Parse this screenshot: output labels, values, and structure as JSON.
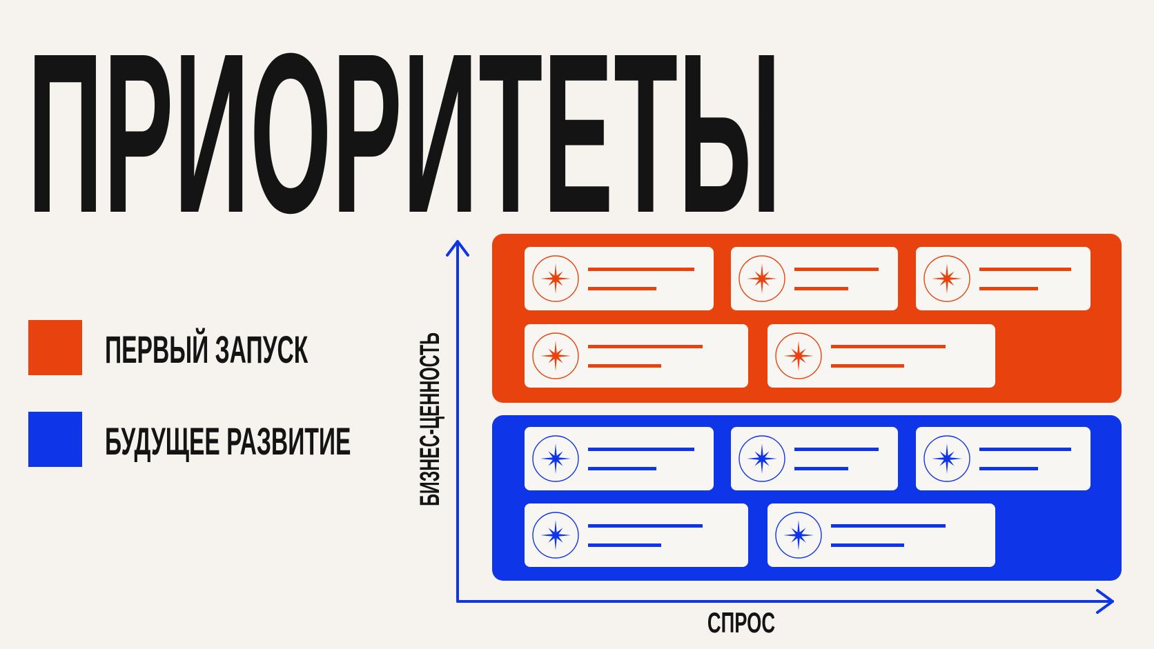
{
  "title": "ПРИОРИТЕТЫ",
  "colors": {
    "first": "#e8430e",
    "future": "#0f35e8",
    "ink": "#141414",
    "bg": "#f6f3ee",
    "card": "#f8f6f2"
  },
  "legend": [
    {
      "label": "ПЕРВЫЙ ЗАПУСК",
      "color": "#e8430e"
    },
    {
      "label": "БУДУЩЕЕ РАЗВИТИЕ",
      "color": "#0f35e8"
    }
  ],
  "axes": {
    "y_label": "БИЗНЕС-ЦЕННОСТЬ",
    "x_label": "СПРОС"
  },
  "groups": [
    {
      "name": "first-launch",
      "color": "#e8430e",
      "cards_per_row": [
        3,
        2
      ],
      "card_icon": "compass-star-icon"
    },
    {
      "name": "future-development",
      "color": "#0f35e8",
      "cards_per_row": [
        3,
        2
      ],
      "card_icon": "compass-star-icon"
    }
  ]
}
